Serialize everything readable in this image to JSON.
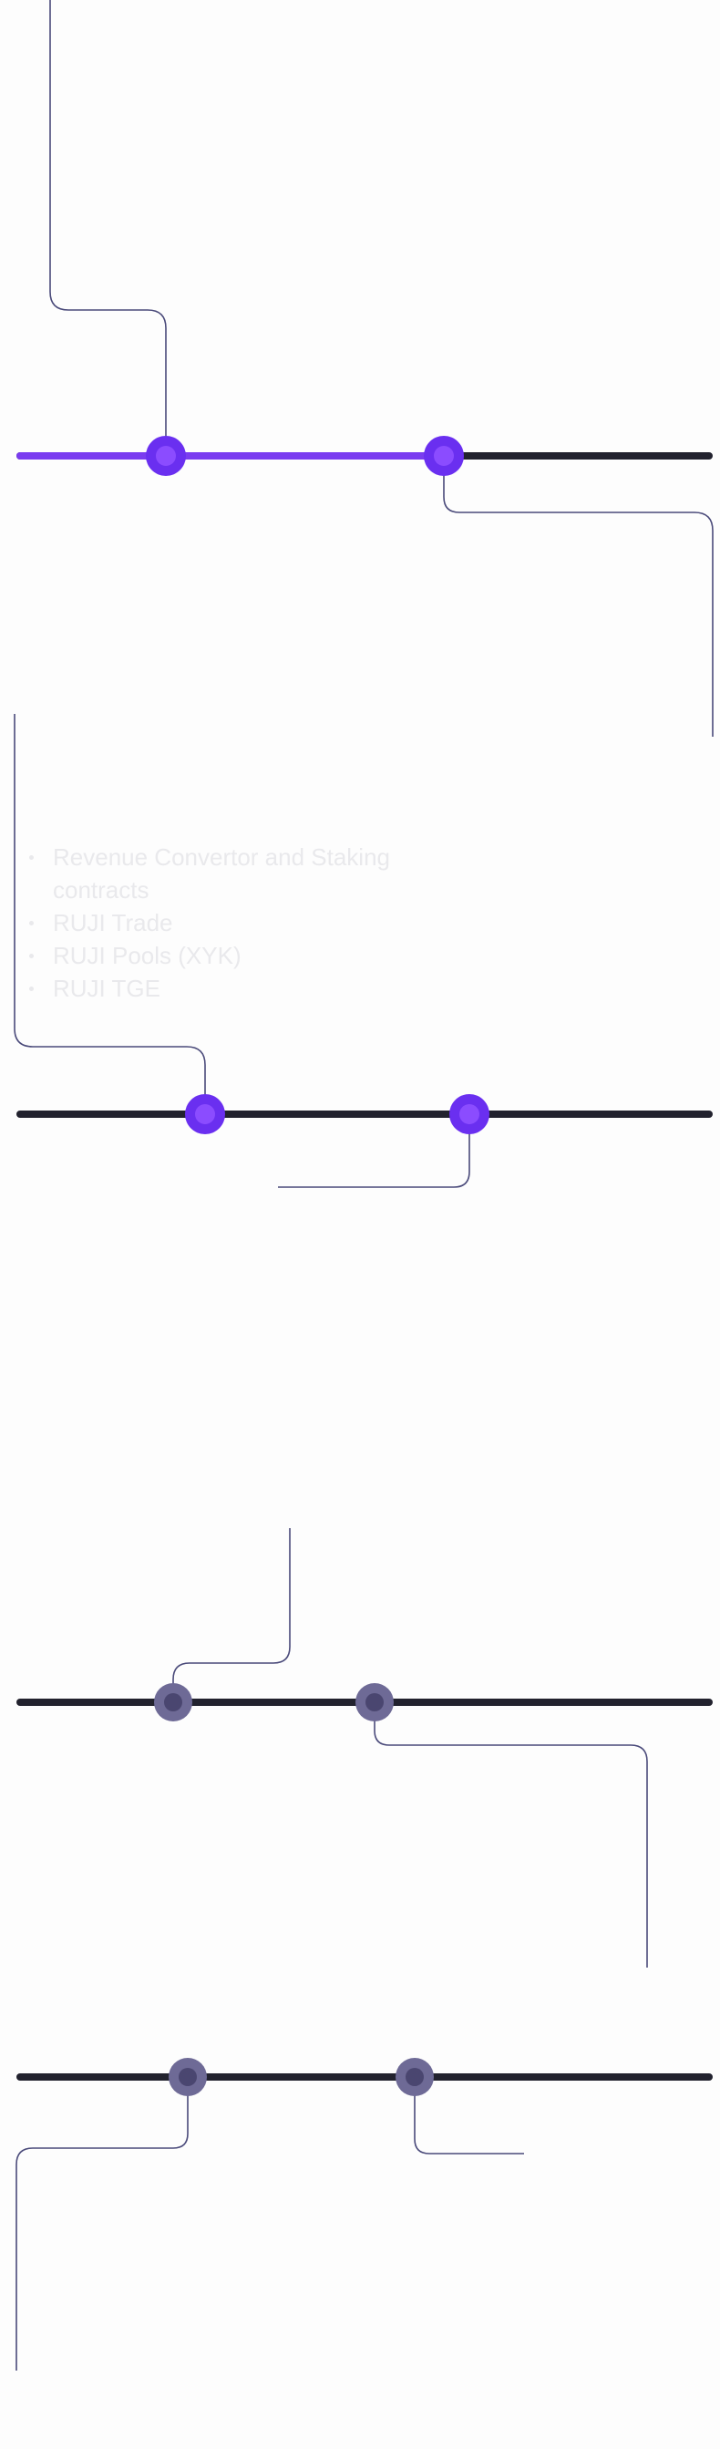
{
  "roadmap": {
    "colors": {
      "track": "#22222e",
      "active_track": "#7a3cf0",
      "active_node": "#6a2ff0",
      "active_node_inner": "#8b4cff",
      "future_node": "#6e6a96",
      "future_node_inner": "#4a4670",
      "connector": "#4a4a7a",
      "list_text": "#e9e9ec"
    },
    "phases": [
      {
        "status": "complete",
        "milestones": [
          {
            "status": "complete"
          },
          {
            "status": "complete"
          }
        ]
      },
      {
        "status": "in-progress",
        "milestones": [
          {
            "status": "complete"
          },
          {
            "status": "complete"
          }
        ],
        "items": [
          "Revenue Convertor and Staking contracts",
          "RUJI Trade",
          "RUJI Pools (XYK)",
          "RUJI TGE"
        ]
      },
      {
        "status": "upcoming",
        "milestones": [
          {
            "status": "upcoming"
          },
          {
            "status": "upcoming"
          }
        ]
      },
      {
        "status": "upcoming",
        "milestones": [
          {
            "status": "upcoming"
          },
          {
            "status": "upcoming"
          }
        ]
      }
    ]
  }
}
